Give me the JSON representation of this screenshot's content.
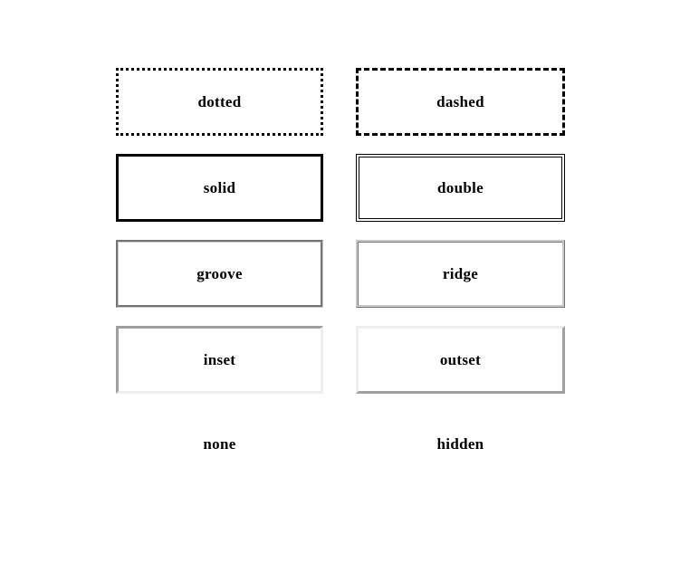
{
  "boxes": {
    "dotted": "dotted",
    "dashed": "dashed",
    "solid": "solid",
    "double": "double",
    "groove": "groove",
    "ridge": "ridge",
    "inset": "inset",
    "outset": "outset",
    "none": "none",
    "hidden": "hidden"
  },
  "colors": {
    "border_dark": "#000000",
    "border_light": "#eeeeee",
    "border_mid": "#a0a0a0",
    "background": "#ffffff"
  }
}
